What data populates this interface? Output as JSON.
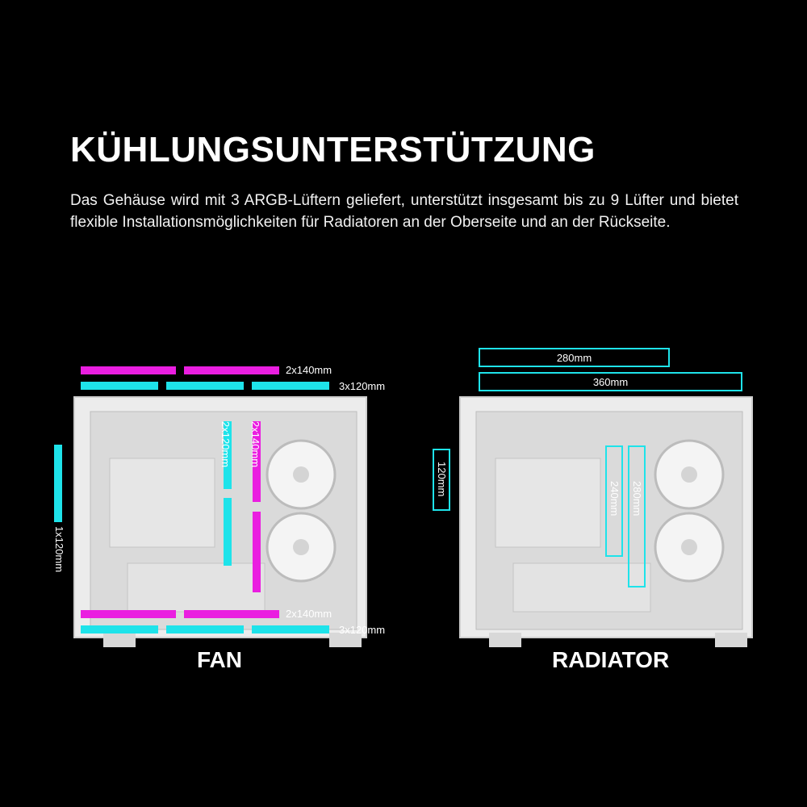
{
  "title": "KÜHLUNGSUNTERSTÜTZUNG",
  "description": "Das Gehäuse wird mit 3 ARGB-Lüftern geliefert, unterstützt insgesamt bis zu 9 Lüfter und bietet flexible Installationsmöglichkeiten für Radiatoren an der Oberseite und an der Rückseite.",
  "colors": {
    "magenta": "#ea1ee0",
    "cyan": "#1ee3ea",
    "background": "#000000",
    "case": "#f0f0f0"
  },
  "fan": {
    "label": "FAN",
    "top_2x140": "2x140mm",
    "top_3x120": "3x120mm",
    "rear_1x120": "1x120mm",
    "mid_2x120": "2x120mm",
    "mid_2x140": "2x140mm",
    "bottom_2x140": "2x140mm",
    "bottom_3x120": "3x120mm"
  },
  "radiator": {
    "label": "RADIATOR",
    "top_280": "280mm",
    "top_360": "360mm",
    "rear_120": "120mm",
    "mid_240": "240mm",
    "mid_280": "280mm"
  }
}
